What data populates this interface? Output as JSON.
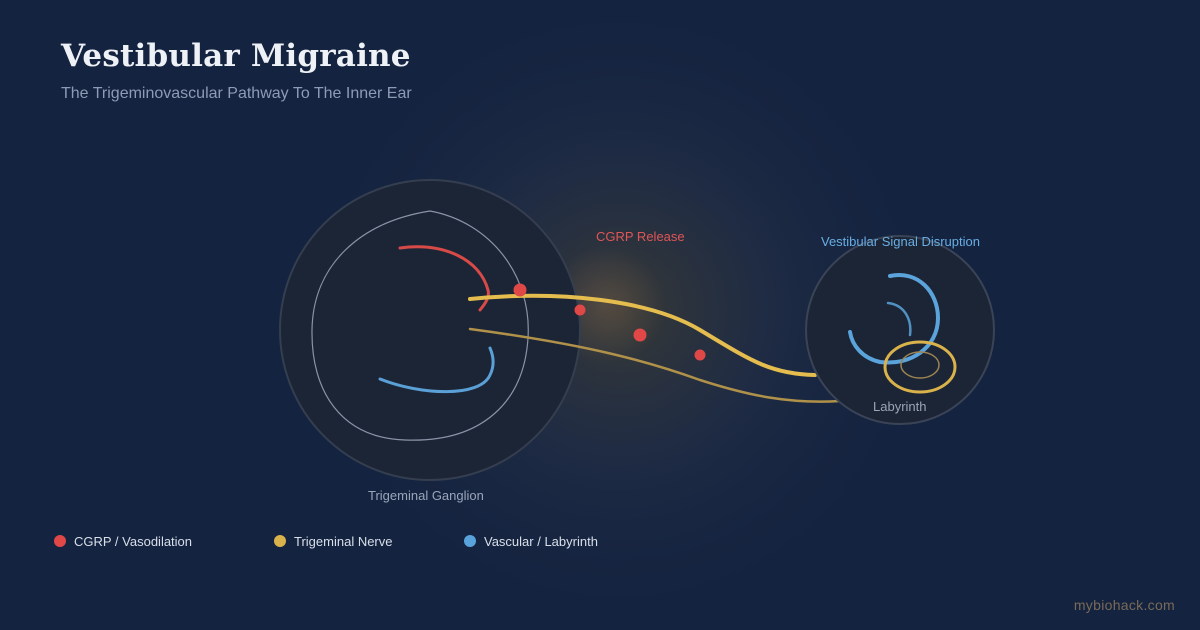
{
  "header": {
    "title": "Vestibular Migraine",
    "subtitle": "The Trigeminovascular Pathway To The Inner Ear"
  },
  "diagram": {
    "labels": {
      "ganglion": "Trigeminal Ganglion",
      "cgrp_release": "CGRP Release",
      "vestibular": "Vestibular Signal Disruption",
      "labyrinth": "Labyrinth"
    }
  },
  "legend": [
    {
      "label": "CGRP / Vasodilation",
      "color": "#e04848"
    },
    {
      "label": "Trigeminal Nerve",
      "color": "#d9b24c"
    },
    {
      "label": "Vascular / Labyrinth",
      "color": "#58a3dc"
    }
  ],
  "colors": {
    "background": "#142340",
    "cgrp": "#e04848",
    "nerve": "#e5bd4f",
    "vascular": "#58a3dc",
    "circle_fill": "#1c2637"
  },
  "footer": {
    "brand": "mybiohack.com"
  }
}
